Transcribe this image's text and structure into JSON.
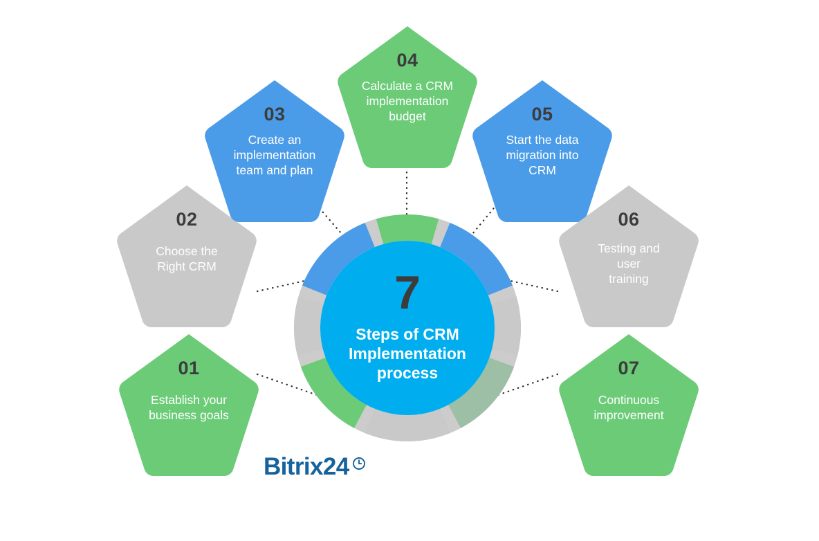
{
  "title": "7 Steps of CRM Implementation process",
  "center": {
    "number": "7",
    "line1": "Steps of CRM",
    "line2": "Implementation",
    "line3": "process",
    "disc_color": "#00AEEF",
    "ring_base_color": "#CCCCCC"
  },
  "palette": {
    "green": "#6BCB77",
    "blue": "#4A9BE8",
    "gray": "#C9C9C9",
    "muted_green": "#9CBFA6",
    "number_color": "#3c3c3c",
    "label_color": "#ffffff",
    "brand_blue": "#15629C"
  },
  "steps": [
    {
      "num": "01",
      "label": "Establish your\nbusiness goals",
      "color": "#6BCB77",
      "ring_color": "#6BCB77"
    },
    {
      "num": "02",
      "label": "Choose the\nRight CRM",
      "color": "#C9C9C9",
      "ring_color": "#C9C9C9"
    },
    {
      "num": "03",
      "label": "Create an\nimplementation\nteam and plan",
      "color": "#4A9BE8",
      "ring_color": "#4A9BE8"
    },
    {
      "num": "04",
      "label": "Calculate a CRM\nimplementation\nbudget",
      "color": "#6BCB77",
      "ring_color": "#6BCB77"
    },
    {
      "num": "05",
      "label": "Start the data\nmigration into\nCRM",
      "color": "#4A9BE8",
      "ring_color": "#4A9BE8"
    },
    {
      "num": "06",
      "label": "Testing and\nuser\ntraining",
      "color": "#C9C9C9",
      "ring_color": "#C9C9C9"
    },
    {
      "num": "07",
      "label": "Continuous\nimprovement",
      "color": "#6BCB77",
      "ring_color": "#9CBFA6"
    }
  ],
  "ring_segments": [
    {
      "step": "04",
      "color": "#6BCB77",
      "start_deg": -16,
      "end_deg": 16
    },
    {
      "step": "05",
      "color": "#4A9BE8",
      "start_deg": 22,
      "end_deg": 68
    },
    {
      "step": "06",
      "color": "#C9C9C9",
      "start_deg": 74,
      "end_deg": 104
    },
    {
      "step": "07",
      "color": "#9CBFA6",
      "start_deg": 110,
      "end_deg": 152
    },
    {
      "step": "gap-bottom",
      "color": "#C9C9C9",
      "start_deg": 158,
      "end_deg": 202
    },
    {
      "step": "01",
      "color": "#6BCB77",
      "start_deg": 208,
      "end_deg": 250
    },
    {
      "step": "02",
      "color": "#C9C9C9",
      "start_deg": 256,
      "end_deg": 286
    },
    {
      "step": "03",
      "color": "#4A9BE8",
      "start_deg": 292,
      "end_deg": 338
    }
  ],
  "logo": {
    "text": "Bitrix24",
    "icon": "clock-icon",
    "color": "#15629C"
  }
}
